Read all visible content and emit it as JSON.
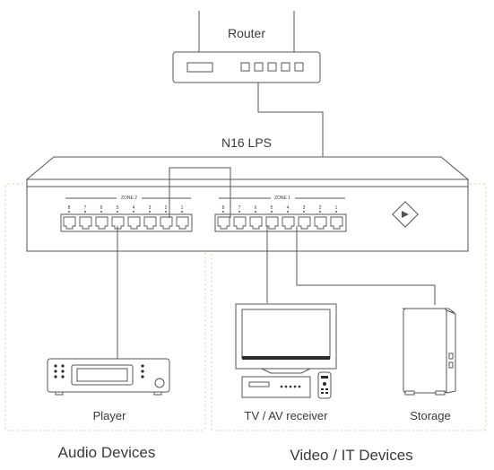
{
  "router": {
    "label": "Router"
  },
  "switch": {
    "label": "N16 LPS",
    "zone2": {
      "label": "ZONE 2",
      "port_numbers": [
        "8",
        "7",
        "6",
        "5",
        "4",
        "3",
        "2",
        "1"
      ]
    },
    "zone1": {
      "label": "ZONE 1",
      "port_numbers": [
        "8",
        "7",
        "6",
        "5",
        "4",
        "3",
        "2",
        "1"
      ]
    }
  },
  "devices": {
    "player": {
      "label": "Player"
    },
    "tv": {
      "label": "TV / AV receiver"
    },
    "storage": {
      "label": "Storage"
    }
  },
  "groups": {
    "audio": {
      "label": "Audio Devices"
    },
    "video": {
      "label": "Video / IT Devices"
    }
  },
  "colors": {
    "zone_outline": "#e3c89e",
    "line": "#555555"
  }
}
